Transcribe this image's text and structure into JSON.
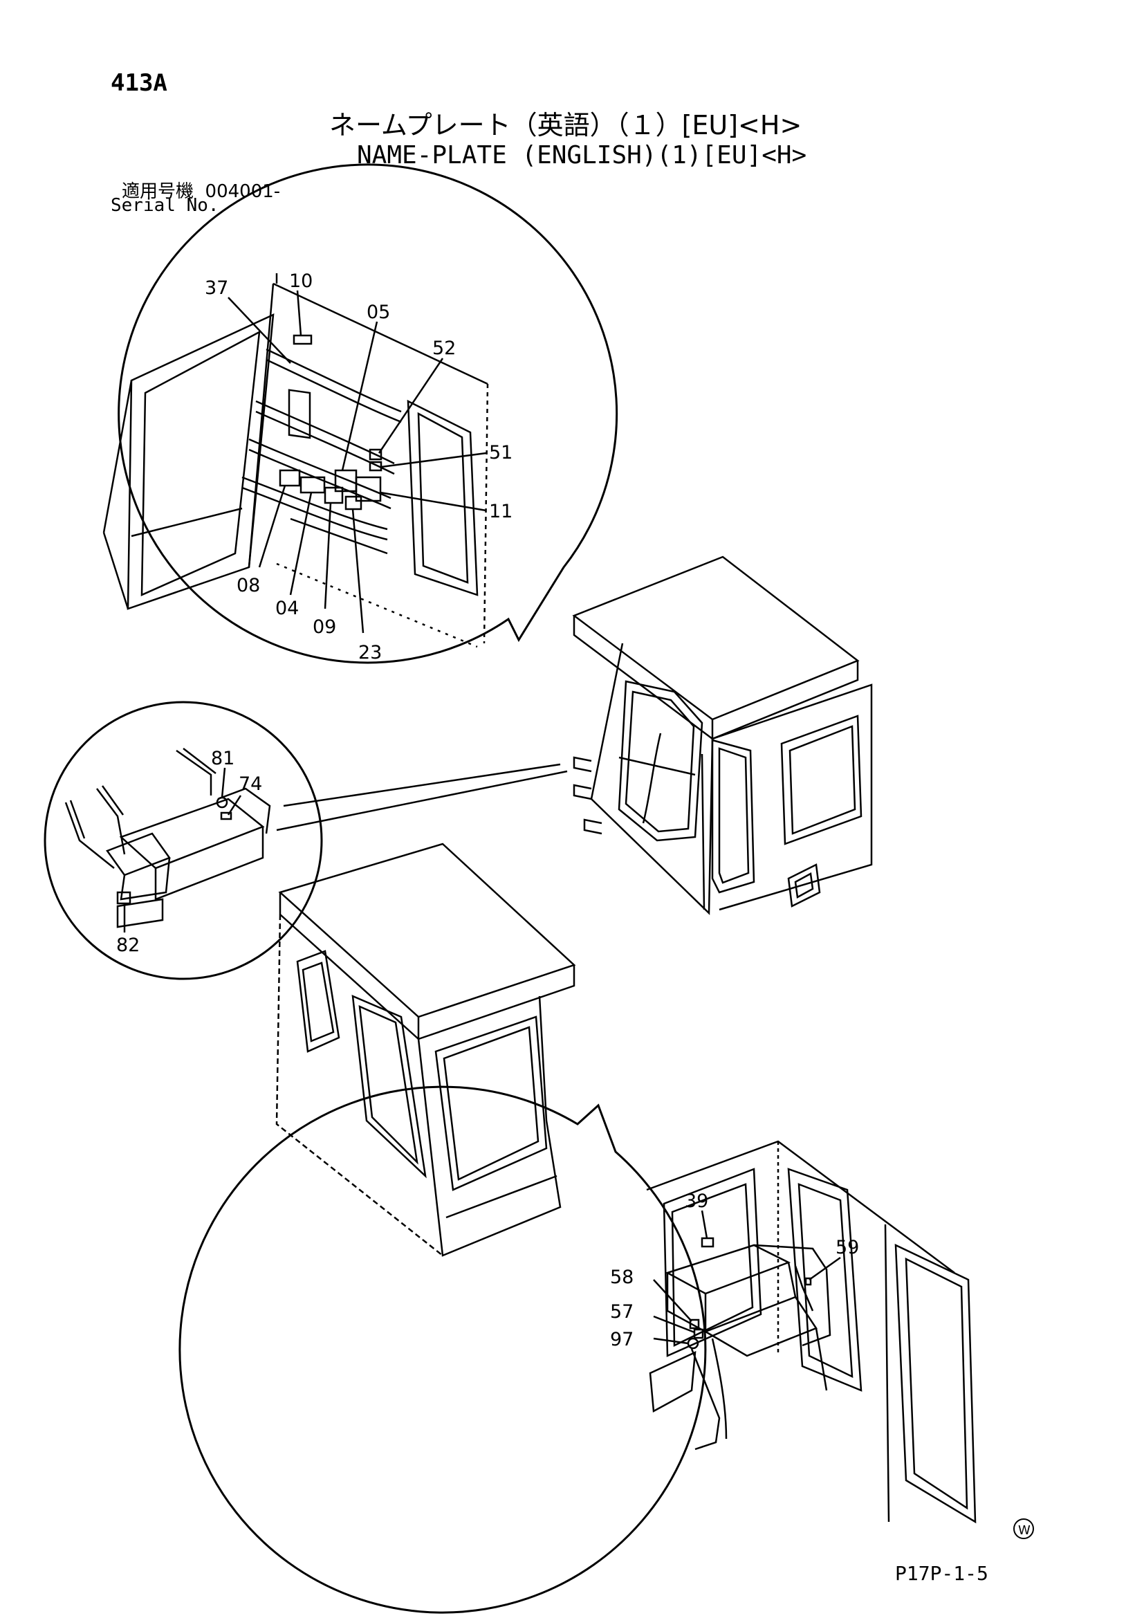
{
  "header": {
    "page_id": "413A",
    "title_jp": "ネームプレート（英語）（１）[EU]<H>",
    "title_en": "NAME-PLATE (ENGLISH)(1)[EU]<H>",
    "serial_label_jp": "適用号機",
    "serial_number": "004001-",
    "serial_label_en": "Serial No."
  },
  "callouts": {
    "c37": "37",
    "c10": "10",
    "c05": "05",
    "c52": "52",
    "c51": "51",
    "c11": "11",
    "c08": "08",
    "c04": "04",
    "c09": "09",
    "c23": "23",
    "c81": "81",
    "c74": "74",
    "c82": "82",
    "c39": "39",
    "c59": "59",
    "c58": "58",
    "c57": "57",
    "c97": "97"
  },
  "footer": {
    "mark": "W",
    "page_code": "P17P-1-5"
  }
}
